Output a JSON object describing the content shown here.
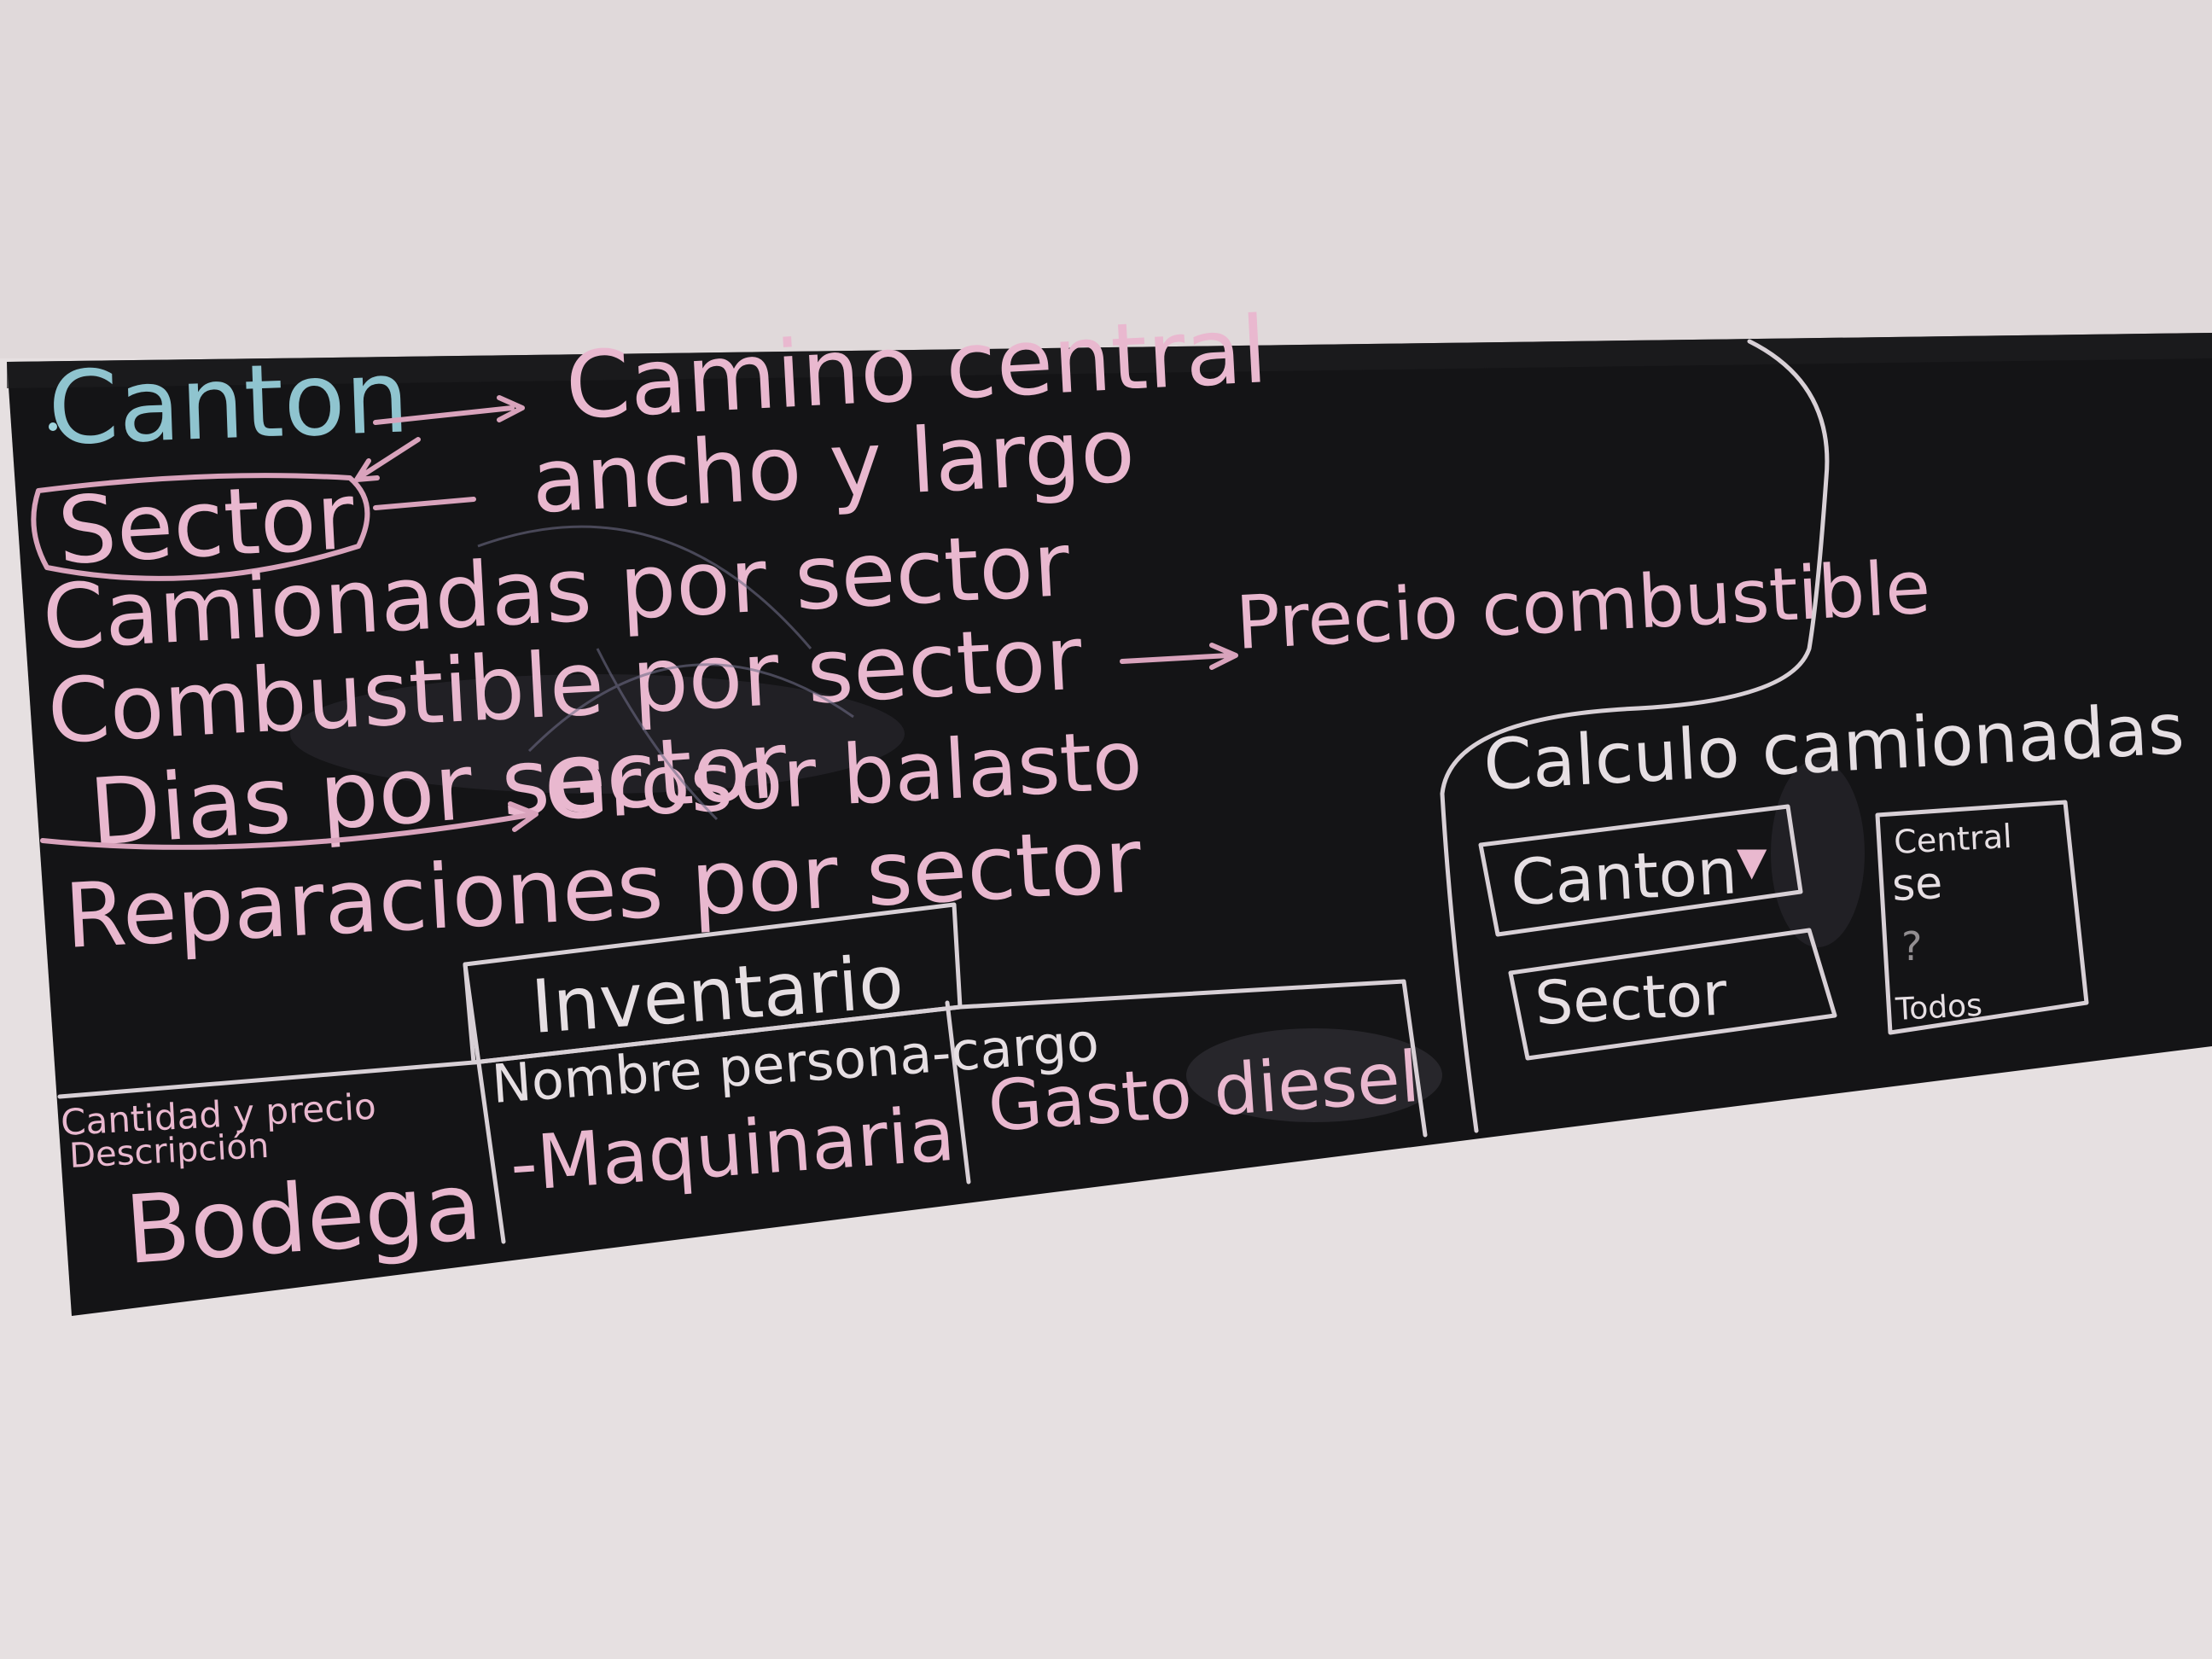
{
  "board": {
    "top_left": {
      "canton": "Canton",
      "camino_central": "Camino central",
      "sector": "Sector",
      "ancho_largo": "ancho y largo",
      "camionadas": "Camionadas por sector",
      "combustible": "Combustible por sector",
      "precio_combustible": "Precio combustible",
      "dias": "Dias por sector",
      "grosor_balasto": "Grosor balasto",
      "reparaciones": "Reparaciones por sector"
    },
    "bottom_left": {
      "inventario": "Inventario",
      "nombre_persona_cargo": "Nombre persona-cargo",
      "maquinaria": "-Maquinaria",
      "gasto_diesel": "Gasto diesel",
      "cantidad_precio": "Cantidad y precio",
      "descripcion": "Descripción",
      "bodega": "Bodega"
    },
    "right_panel": {
      "calculo_camionadas": "Calculo camionadas",
      "canton_select": "Canton",
      "canton_arrow": "▼",
      "sector_field": "Sector",
      "option_central": "Central",
      "option_se": "se",
      "option_blank": "?",
      "option_todos": "Todos"
    }
  }
}
